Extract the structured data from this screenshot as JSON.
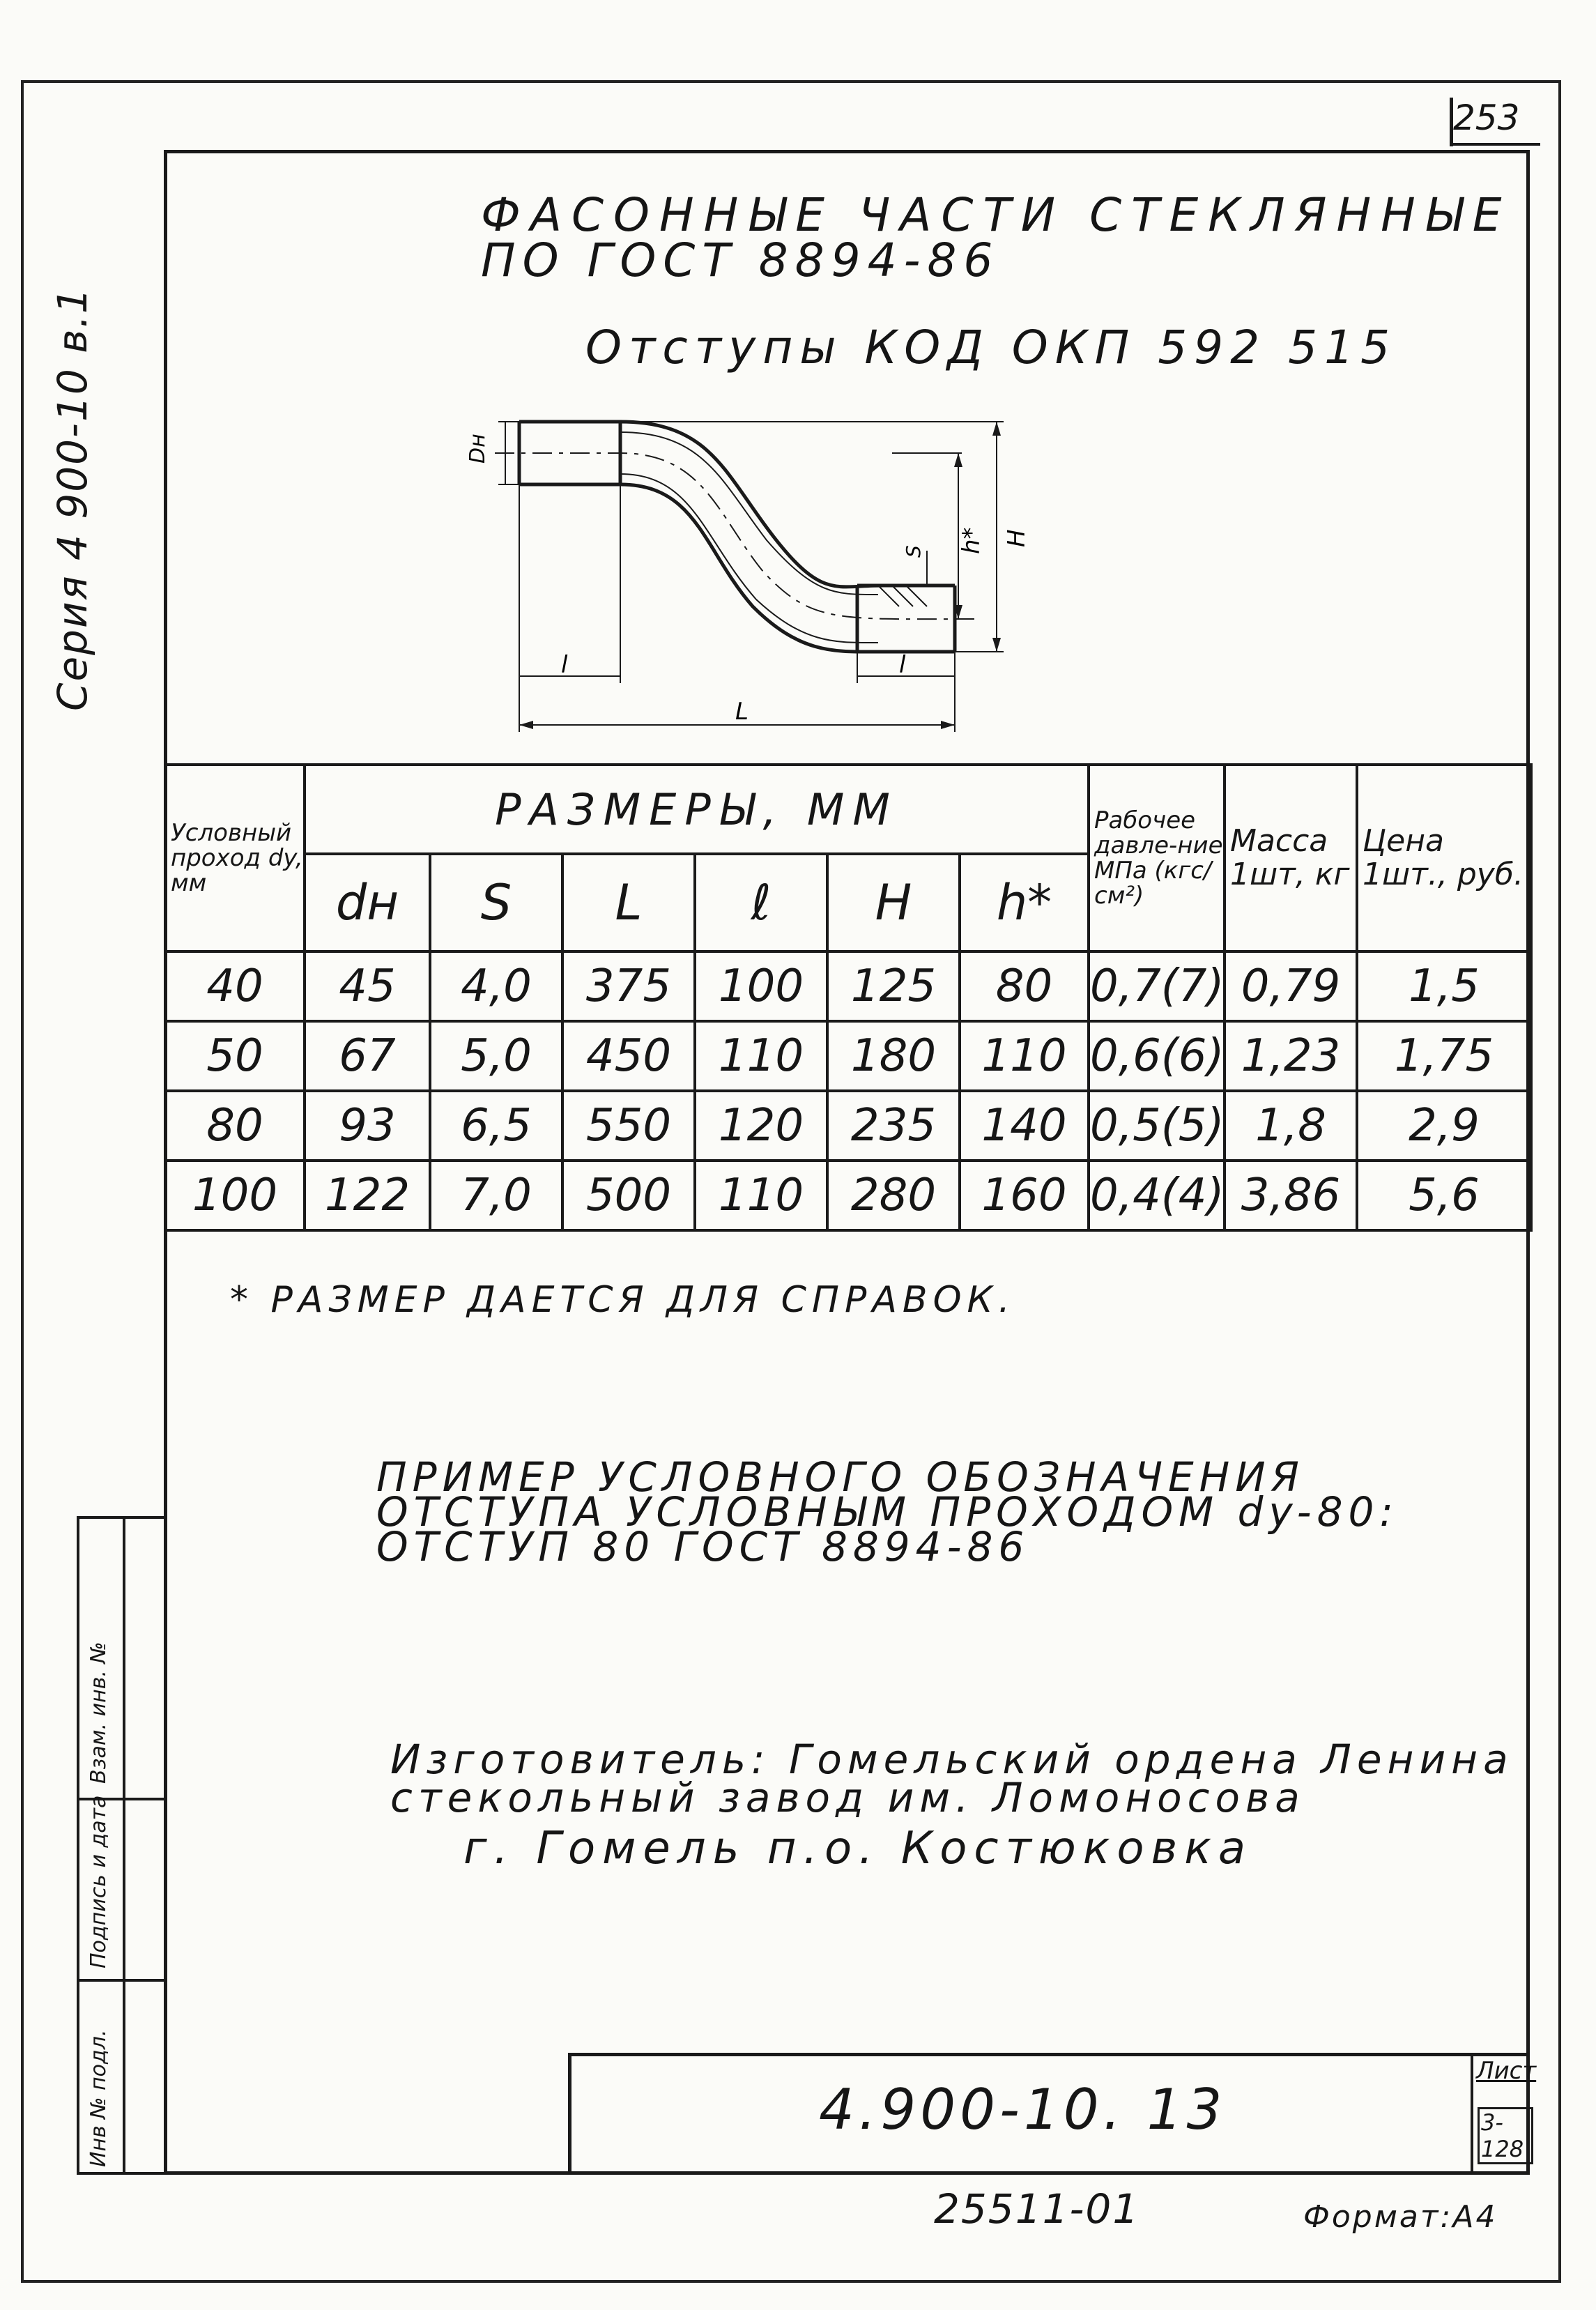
{
  "sheet_number": "253",
  "series": "Серия 4 900-10 в.1",
  "title": {
    "line1": "ФАСОННЫЕ ЧАСТИ СТЕКЛЯННЫЕ",
    "line2": "ПО ГОСТ 8894-86",
    "line3": "Отступы КОД ОКП 592 515"
  },
  "drawing_labels": {
    "dn": "Dн",
    "s": "S",
    "h": "h*",
    "H": "H",
    "l": "l",
    "l2": "l",
    "L": "L"
  },
  "table": {
    "col_header_first": "Условный проход dy, мм",
    "group_header": "РАЗМЕРЫ, ММ",
    "col_dn": "dн",
    "col_s": "S",
    "col_L": "L",
    "col_l": "ℓ",
    "col_H": "H",
    "col_h": "h*",
    "col_pressure": "Рабочее давле-ние МПа (кгс/см²)",
    "col_mass": "Масса 1шт, кг",
    "col_price": "Цена 1шт., руб.",
    "rows": [
      {
        "dy": "40",
        "dn": "45",
        "s": "4,0",
        "L": "375",
        "l": "100",
        "H": "125",
        "h": "80",
        "p": "0,7(7)",
        "m": "0,79",
        "c": "1,5"
      },
      {
        "dy": "50",
        "dn": "67",
        "s": "5,0",
        "L": "450",
        "l": "110",
        "H": "180",
        "h": "110",
        "p": "0,6(6)",
        "m": "1,23",
        "c": "1,75"
      },
      {
        "dy": "80",
        "dn": "93",
        "s": "6,5",
        "L": "550",
        "l": "120",
        "H": "235",
        "h": "140",
        "p": "0,5(5)",
        "m": "1,8",
        "c": "2,9"
      },
      {
        "dy": "100",
        "dn": "122",
        "s": "7,0",
        "L": "500",
        "l": "110",
        "H": "280",
        "h": "160",
        "p": "0,4(4)",
        "m": "3,86",
        "c": "5,6"
      }
    ]
  },
  "note": "* РАЗМЕР ДАЕТСЯ ДЛЯ СПРАВОК.",
  "example": {
    "line1": "ПРИМЕР УСЛОВНОГО ОБОЗНАЧЕНИЯ",
    "line2": "ОТСТУПА УСЛОВНЫМ ПРОХОДОМ dy-80:",
    "line3": "ОТСТУП 80 ГОСТ 8894-86"
  },
  "manufacturer": {
    "line1": "Изготовитель: Гомельский ордена Ленина",
    "line2": "стекольный завод им. Ломоносова",
    "line3": "г. Гомель п.о. Костюковка"
  },
  "stamp": {
    "inv_orig": "Инв № подл.",
    "signature_date": "Подпись и дата",
    "replaces_inv": "Взам. инв. №"
  },
  "title_block": {
    "doc_code": "4.900-10. 13",
    "sheet_label": "Лист",
    "sheet_num": "3-128"
  },
  "inventory_bottom": "25511-01",
  "format": "Формат:А4"
}
